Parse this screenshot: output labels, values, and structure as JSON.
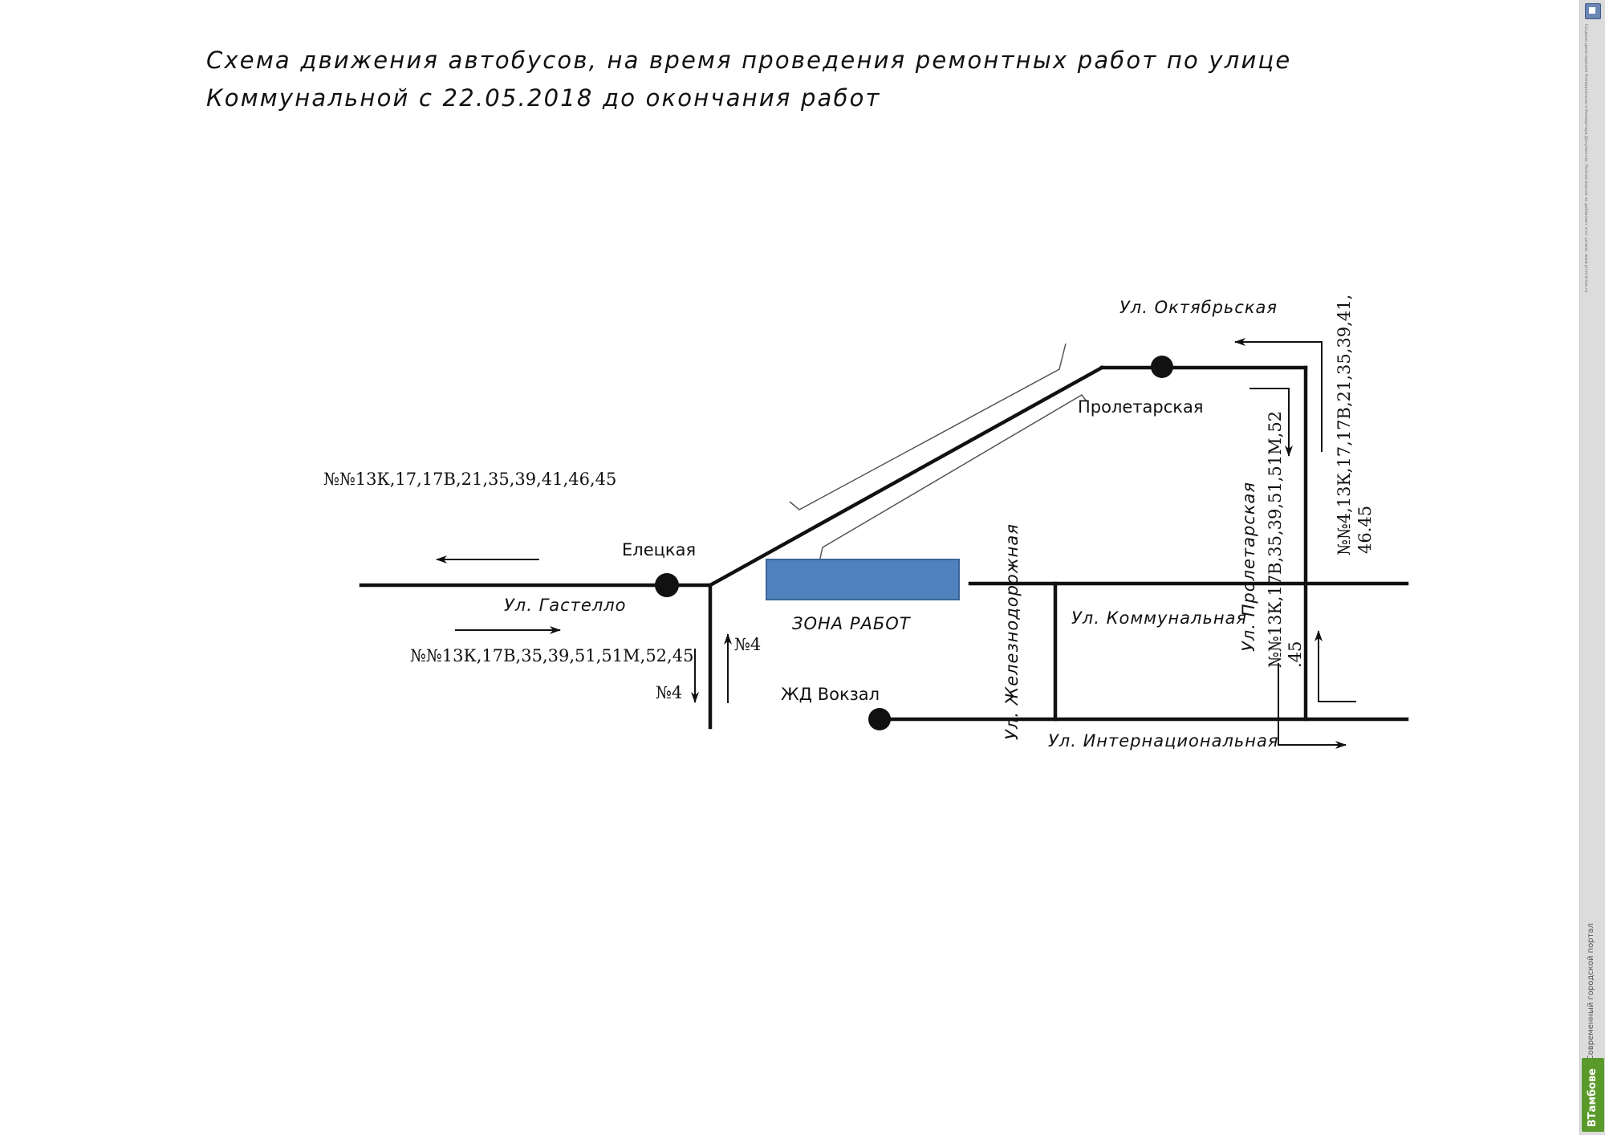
{
  "title": "Схема движения автобусов, на время проведения ремонтных работ по улице Коммунальной с 22.05.2018 до окончания работ",
  "streets": {
    "oktyabrskaya": "Ул. Октябрьская",
    "gastello": "Ул. Гастелло",
    "kommunalnaya": "Ул. Коммунальная",
    "internatsionalnaya": "Ул. Интернациональная",
    "zheleznodorozhnaya": "Ул. Железнодорожная",
    "proletarskaya": "Ул. Пролетарская"
  },
  "stops": {
    "proletarskaya": "Пролетарская",
    "eletskaya": "Елецкая",
    "zd_vokzal": "ЖД Вокзал"
  },
  "work_zone": {
    "label": "ЗОНА РАБОТ",
    "color": "#4f81bd",
    "border": "#3a6595"
  },
  "routes": {
    "top_left": "№№13К,17,17В,21,35,39,41,46,45",
    "bottom_left": "№№13К,17В,35,39,51,51М,52,45",
    "no4_left": "№4",
    "no4_right": "№4",
    "proletarskaya_down": "№№13К,17В,35,39,51,51М,52",
    "proletarskaya_down_2": ".45",
    "right_up_line1": "№№4,13К,17,17В,21,35,39,41,",
    "right_up_line2": "46.45"
  },
  "sidebar": {
    "disclaimer": "Создано демо-версией Универсального Конвертера Документов. Полная версия не добавляет этот штамп. www.print-driver.ru",
    "portal_text": "Современный городской портал",
    "logo_text": "ВТамбове"
  }
}
